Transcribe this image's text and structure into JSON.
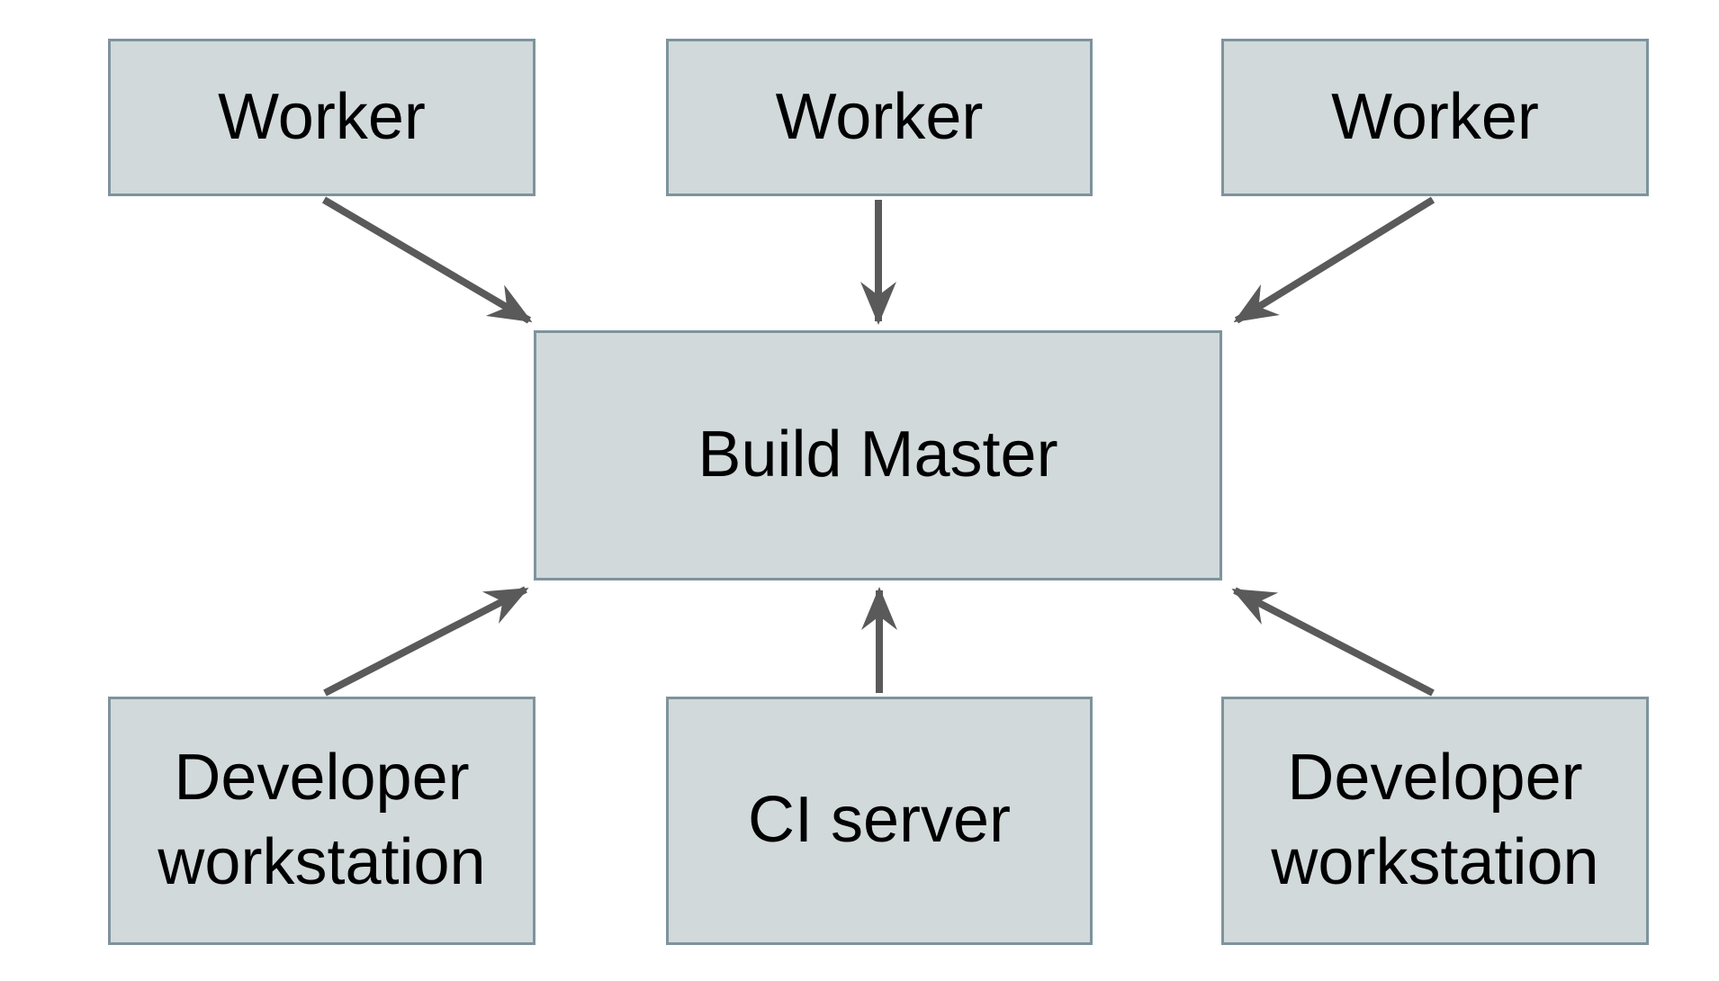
{
  "diagram": {
    "colors": {
      "background": "#ffffff",
      "box_fill": "#d1d9db",
      "box_border": "#7e939d",
      "text": "#000000",
      "arrow": "#5a5a5a"
    },
    "nodes": {
      "worker_left": {
        "label": "Worker"
      },
      "worker_middle": {
        "label": "Worker"
      },
      "worker_right": {
        "label": "Worker"
      },
      "build_master": {
        "label": "Build Master"
      },
      "dev_workstation_left": {
        "label": "Developer workstation"
      },
      "ci_server": {
        "label": "CI server"
      },
      "dev_workstation_right": {
        "label": "Developer workstation"
      }
    },
    "edges": [
      {
        "from": "worker_left",
        "to": "build_master"
      },
      {
        "from": "worker_middle",
        "to": "build_master"
      },
      {
        "from": "worker_right",
        "to": "build_master"
      },
      {
        "from": "dev_workstation_left",
        "to": "build_master"
      },
      {
        "from": "ci_server",
        "to": "build_master"
      },
      {
        "from": "dev_workstation_right",
        "to": "build_master"
      }
    ]
  }
}
